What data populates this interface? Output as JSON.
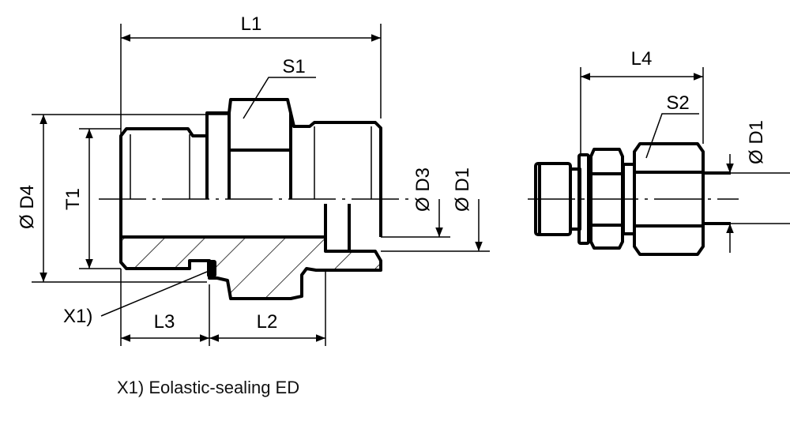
{
  "labels": {
    "L1": "L1",
    "S1": "S1",
    "D4": "Ø D4",
    "T1": "T1",
    "D3": "Ø D3",
    "D1_left": "Ø D1",
    "X1": "X1)",
    "L3": "L3",
    "L2": "L2",
    "L4": "L4",
    "S2": "S2",
    "D1_right": "Ø D1"
  },
  "caption": "X1) Eolastic-sealing ED"
}
